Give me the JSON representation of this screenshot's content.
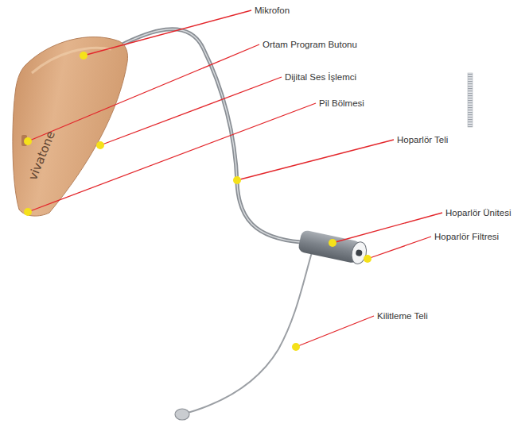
{
  "diagram": {
    "labels": [
      "Mikrofon",
      "Ortam Program Butonu",
      "Dijital Ses İşlemci",
      "Pil Bölmesi",
      "Hoparlör Teli",
      "Hoparlör Ünitesi",
      "Hoparlör Filtresi",
      "Kilitleme Teli",
      "vivatone"
    ]
  }
}
